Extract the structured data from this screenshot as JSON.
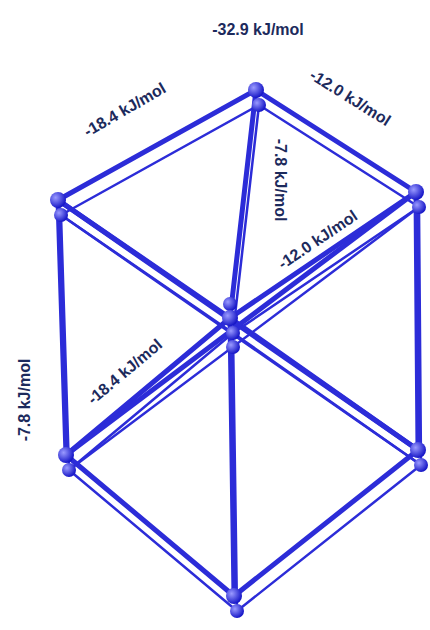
{
  "diagram": {
    "labels": [
      "-32.9 kJ/mol",
      "-12.0 kJ/mol",
      "-18.4 kJ/mol",
      "-7.8 kJ/mol",
      "-12.0 kJ/mol",
      "-7.8 kJ/mol",
      "-18.4 kJ/mol"
    ]
  }
}
